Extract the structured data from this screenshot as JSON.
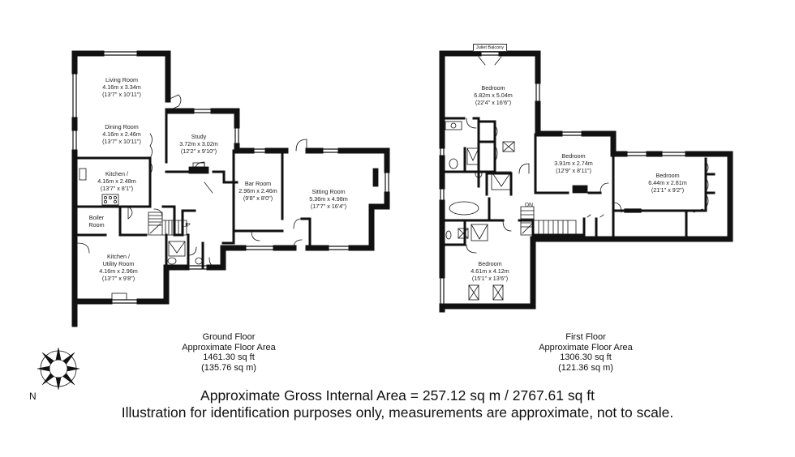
{
  "ground_floor": {
    "caption": {
      "title": "Ground Floor",
      "subtitle": "Approximate Floor Area",
      "sqft": "1461.30 sq ft",
      "sqm": "(135.76 sq m)"
    },
    "rooms": [
      {
        "name": "Living Room",
        "metric": "4.16m x 3.34m",
        "imperial": "(13'7\" x 10'11\")"
      },
      {
        "name": "Dining Room",
        "metric": "4.16m x 2.46m",
        "imperial": "(13'7\" x 10'11\")"
      },
      {
        "name": "Study",
        "metric": "3.72m x 3.02m",
        "imperial": "(12'2\" x 9'10\")"
      },
      {
        "name": "Kitchen /",
        "metric": "4.16m x 2.48m",
        "imperial": "(13'7\" x 8'1\")"
      },
      {
        "name": "Boiler",
        "metric": "Room",
        "imperial": ""
      },
      {
        "name": "Kitchen /",
        "metric": "Utility Room",
        "imperial": "4.16m x 2.96m",
        "extra": "(13'7\" x 9'8\")"
      },
      {
        "name": "Bar Room",
        "metric": "2.96m x 2.46m",
        "imperial": "(9'8\" x 8'0\")"
      },
      {
        "name": "Sitting Room",
        "metric": "5.36m x 4.98m",
        "imperial": "(17'7\" x 16'4\")"
      }
    ],
    "stair_label": "UP"
  },
  "first_floor": {
    "caption": {
      "title": "First Floor",
      "subtitle": "Approximate Floor Area",
      "sqft": "1306.30 sq ft",
      "sqm": "(121.36 sq m)"
    },
    "balcony_label": "Juliet Balcony",
    "rooms": [
      {
        "name": "Bedroom",
        "metric": "6.82m x 5.04m",
        "imperial": "(22'4\" x 16'6\")"
      },
      {
        "name": "Bedroom",
        "metric": "3.91m x 2.74m",
        "imperial": "(12'9\" x 8'11\")"
      },
      {
        "name": "Bedroom",
        "metric": "6.44m x 2.81m",
        "imperial": "(21'1\" x 9'2\")"
      },
      {
        "name": "Bedroom",
        "metric": "4.61m x 4.12m",
        "imperial": "(15'1\" x 13'6\")"
      }
    ],
    "stair_label": "DN"
  },
  "compass": {
    "label": "N",
    "icon": "compass-rose-icon"
  },
  "footer": {
    "gross_area": "Approximate Gross Internal Area = 257.12 sq m / 2767.61 sq ft",
    "disclaimer": "Illustration for identification purposes only, measurements are approximate, not to scale."
  }
}
